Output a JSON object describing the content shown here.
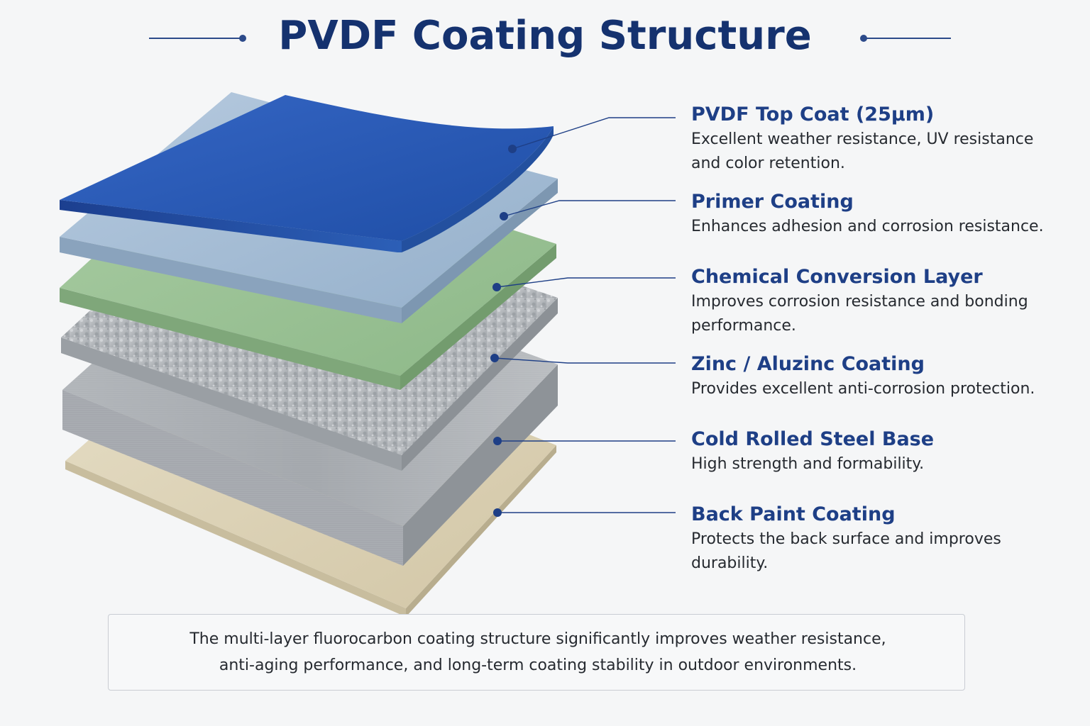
{
  "title": "PVDF Coating Structure",
  "colors": {
    "title": "#15326f",
    "accent": "#1e3f86",
    "top_coat": "#2a5bb5",
    "primer": "#a7bed6",
    "conversion": "#9cc197",
    "zinc": "#b8bcc0",
    "steel": "#a7abb0",
    "back_paint": "#ddd3b7"
  },
  "layers": [
    {
      "name": "PVDF Top Coat (25µm)",
      "description": "Excellent weather resistance, UV resistance and color retention."
    },
    {
      "name": "Primer Coating",
      "description": "Enhances adhesion and corrosion resistance."
    },
    {
      "name": "Chemical Conversion Layer",
      "description": "Improves corrosion resistance and bonding performance."
    },
    {
      "name": "Zinc / Aluzinc Coating",
      "description": "Provides excellent anti-corrosion protection."
    },
    {
      "name": "Cold Rolled Steel Base",
      "description": "High strength and formability."
    },
    {
      "name": "Back Paint Coating",
      "description": "Protects the back surface and improves durability."
    }
  ],
  "footer": {
    "line1": "The multi-layer fluorocarbon coating structure significantly improves weather resistance,",
    "line2": "anti-aging performance, and long-term coating stability in outdoor environments."
  }
}
